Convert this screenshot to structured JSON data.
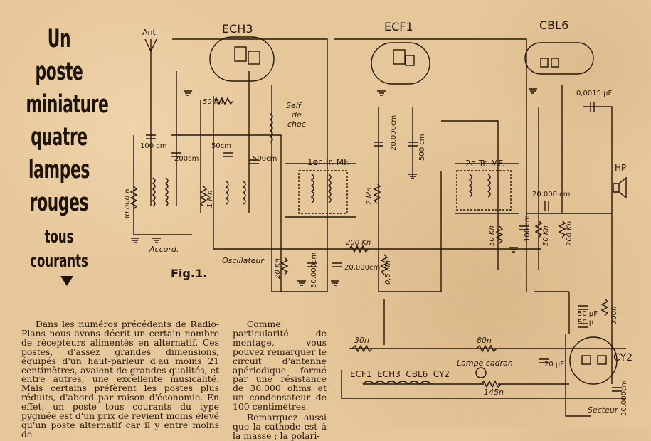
{
  "title": {
    "lines": [
      "Un poste",
      "miniature",
      "quatre",
      "lampes",
      "rouges"
    ],
    "subtitle": "tous courants"
  },
  "figure": {
    "caption": "Fig.1.",
    "tubes": {
      "ech3": "ECH3",
      "ecf1": "ECF1",
      "cbl6": "CBL6",
      "cy2": "CY2"
    },
    "labels": {
      "antenna": "Ant.",
      "accord": "Accord.",
      "oscillateur": "Oscillateur",
      "self_de_choc_1": "Self",
      "self_de_choc_2": "de",
      "self_de_choc_3": "choc",
      "tr1": "1er Tr. MF.",
      "tr2": "2e Tr. MF.",
      "hp": "HP",
      "lampe_cadran": "Lampe cadran",
      "secteur": "Secteur",
      "filament_chain": "ECF1  ECH3  CBL6  CY2"
    },
    "values": {
      "c100": "100 cm",
      "r50k_top": "50 Kn",
      "c200": "200cm",
      "c50": "50cm",
      "c500_a": "500cm",
      "r30k": "30.000 n",
      "r1m": "1 Mn",
      "c20000_a": "20.000cm",
      "c500_b": "500 cm",
      "r2m": "2 Mn",
      "r200k_mid": "200 Kn",
      "c20000_b": "20.000cm",
      "r20k": "20 Kn",
      "c50000": "50.000cm",
      "r05m": "0,5 Mn",
      "c0015": "0,0015 µF",
      "c20000_c": "20.000 cm",
      "r50k_b": "50 Kn",
      "c100_b": "100 cm",
      "r50k_c": "50 Kn",
      "r200k_b": "200 Kn",
      "c50uf_a": "50 µF",
      "c50uf_b": "50 µ",
      "r300": "300n",
      "r30": "30n",
      "r80": "80n",
      "c20uf": "20 µF",
      "r145": "145n",
      "c50000_b": "50.000cm"
    }
  },
  "article": {
    "col1": [
      "Dans les numéros précédents de Radio-Plans nous avons décrit un certain nombre de récepteurs alimentés en alternatif. Ces postes, d'assez grandes dimensions, équipés d'un haut-parleur d'au moins 21 centimètres, avaient de grandes qualités, et entre autres, une excellente musicalité. Mais certains préfèrent les postes plus réduits, d'abord par raison d'économie. En effet, un poste tous courants du type pygmée est d'un prix de revient moins élevé qu'un poste alternatif car il y entre moins de"
    ],
    "col2": [
      "Comme particularité de montage, vous pouvez remarquer le circuit d'antenne apériodique formé par une résistance de 30.000 ohms et un condensateur de 100 centimètres.",
      "Remarquez aussi que la cathode est à la masse ; la polari-"
    ]
  },
  "colors": {
    "paper": "#e6c79a",
    "ink": "#24170c"
  }
}
